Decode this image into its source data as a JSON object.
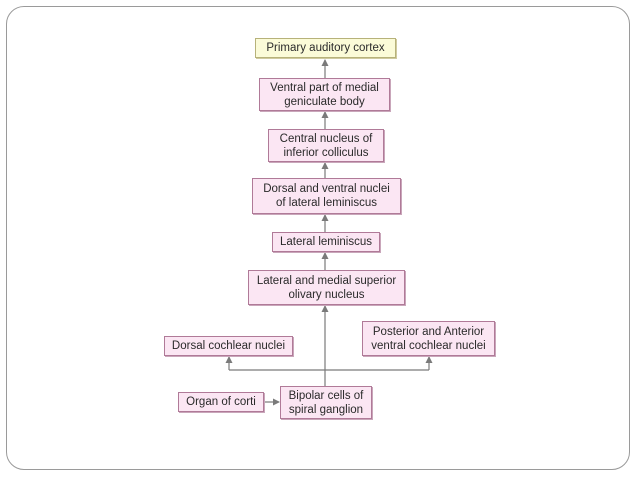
{
  "nodes": {
    "primary_auditory_cortex": "Primary auditory cortex",
    "medial_geniculate": "Ventral part of medial\ngeniculate body",
    "inferior_colliculus": "Central nucleus of\ninferior colliculus",
    "lateral_lemniscus_nuclei": "Dorsal and ventral nuclei\nof lateral leminiscus",
    "lateral_lemniscus": "Lateral leminiscus",
    "superior_olivary": "Lateral and medial superior\nolivary nucleus",
    "dorsal_cochlear": "Dorsal cochlear nuclei",
    "ventral_cochlear": "Posterior and Anterior\nventral cochlear nuclei",
    "organ_of_corti": "Organ of corti",
    "bipolar_cells": "Bipolar cells of\nspiral ganglion"
  },
  "colors": {
    "node_fill": "#fbe6f3",
    "top_node_fill": "#fbfbd8",
    "arrow": "#7a7a7a"
  }
}
